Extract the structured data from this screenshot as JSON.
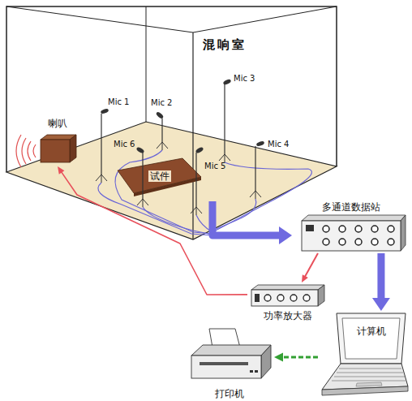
{
  "diagram": {
    "nodes": [
      {
        "text": [
          "混响室"
        ]
      },
      {
        "text": [
          "喇叭"
        ],
        "in": 0
      },
      {
        "text": [
          "试件"
        ],
        "in": 0
      },
      {
        "text": [
          "多通道数据站"
        ]
      },
      {
        "text": [
          "功率放大器"
        ]
      },
      {
        "text": [
          "计算机"
        ]
      },
      {
        "text": [
          "打印机"
        ]
      }
    ],
    "edges": [
      {
        "from": 0,
        "to": 3,
        "arrow": "to"
      },
      {
        "from": 3,
        "to": 4,
        "arrow": "to"
      },
      {
        "from": 4,
        "to": 1,
        "arrow": "to"
      },
      {
        "from": 3,
        "to": 5,
        "arrow": "to"
      },
      {
        "from": 5,
        "to": 6,
        "arrow": "to"
      }
    ],
    "labels": [
      "Mic 1",
      "Mic 2",
      "Mic 3",
      "Mic 4",
      "Mic 5",
      "Mic 6"
    ]
  }
}
